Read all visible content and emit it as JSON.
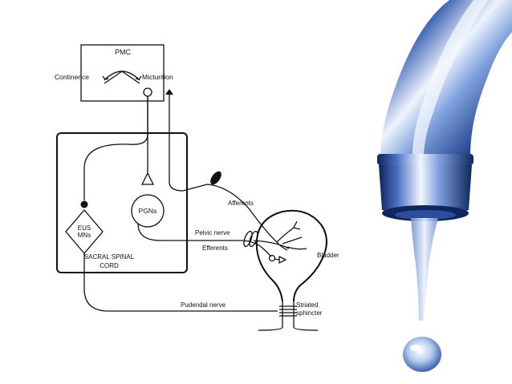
{
  "diagram": {
    "pmc_label": "PMC",
    "continence_label": "Continence",
    "micturition_label": "Micturition",
    "pgns_label": "PGNs",
    "eus_line1": "EUS",
    "eus_line2": "MNs",
    "cord_line1": "SACRAL SPINAL",
    "cord_line2": "CORD",
    "afferents_label": "Afferents",
    "pelvic_nerve_label": "Pelvic nerve",
    "efferents_label": "Efferents",
    "bladder_label": "Bladder",
    "pudendal_label": "Pudendal nerve",
    "sphincter_line1": "Striated",
    "sphincter_line2": "sphincter"
  },
  "colors": {
    "line": "#111111",
    "tap_dark": "#0d1f4d",
    "tap_mid": "#3e66b8",
    "tap_light": "#e8f0fb",
    "water": "#9bb8e8"
  },
  "icons": {
    "faucet": "water-faucet-illustration"
  }
}
